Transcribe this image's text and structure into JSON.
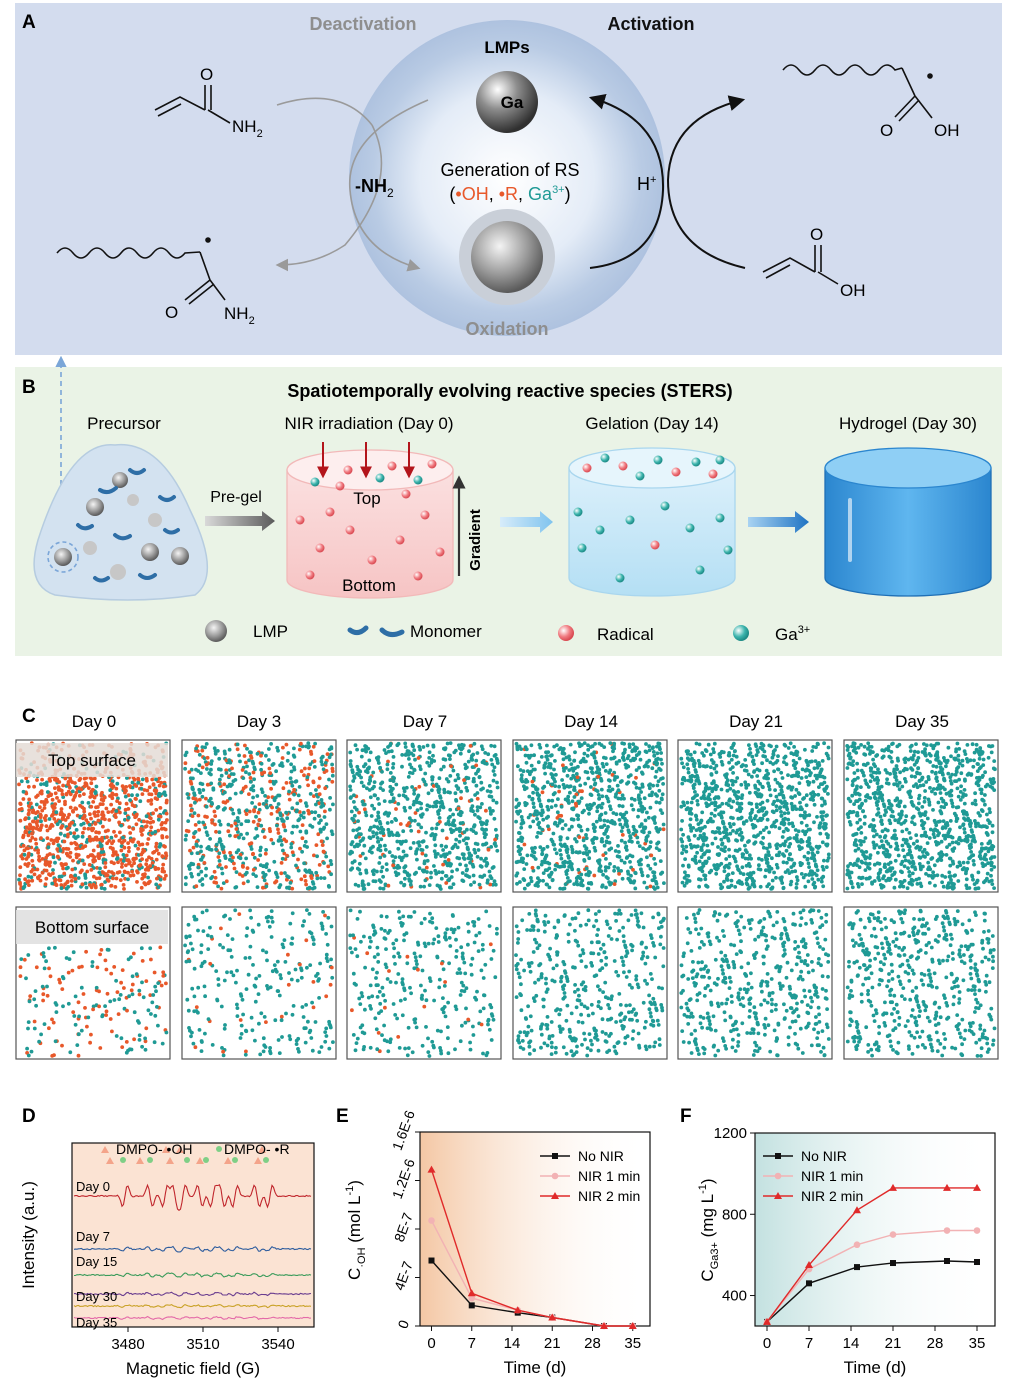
{
  "panel_a": {
    "letter": "A",
    "deactivation": "Deactivation",
    "activation": "Activation",
    "lmps": "LMPs",
    "ga": "Ga",
    "generation": "Generation of RS",
    "rs_open": "(",
    "oh": "•OH",
    "comma1": ", ",
    "r": "•R",
    "comma2": ", ",
    "ga3": "Ga",
    "ga3_sup": "3+",
    "rs_close": ")",
    "nh2_loss": "-NH",
    "nh2_sub": "2",
    "hplus": "H",
    "hplus_sup": "+",
    "oxidation": "Oxidation",
    "o": "O",
    "nh2": "NH",
    "nh2_s": "2",
    "oh_group": "OH",
    "colors": {
      "bg": "#d3dcee",
      "oh": "#e8582a",
      "r": "#e8582a",
      "ga3": "#1f9a95"
    }
  },
  "panel_b": {
    "letter": "B",
    "title": "Spatiotemporally evolving reactive species (STERS)",
    "precursor": "Precursor",
    "pregel": "Pre-gel",
    "nir": "NIR irradiation (Day 0)",
    "top": "Top",
    "bottom": "Bottom",
    "gradient": "Gradient",
    "gelation": "Gelation (Day 14)",
    "hydrogel": "Hydrogel (Day 30)",
    "legend": {
      "lmp": "LMP",
      "monomer": "Monomer",
      "radical": "Radical",
      "ga3": "Ga",
      "ga3_sup": "3+"
    },
    "colors": {
      "bg": "#eaf3e6"
    }
  },
  "panel_c": {
    "letter": "C",
    "days": [
      "Day 0",
      "Day 3",
      "Day 7",
      "Day 14",
      "Day 21",
      "Day 35"
    ],
    "top_label": "Top surface",
    "bottom_label": "Bottom surface",
    "colors": {
      "radical": "#e8582a",
      "ga3": "#1f9a95"
    }
  },
  "panel_d": {
    "letter": "D",
    "legend_oh": "DMPO- •OH",
    "legend_r": "DMPO- •R",
    "traces": [
      "Day 0",
      "Day 7",
      "Day 15",
      "Day 30",
      "Day 35"
    ],
    "ylabel": "Intensity (a.u.)",
    "xlabel": "Magnetic field (G)",
    "xticks": [
      "3480",
      "3510",
      "3540"
    ]
  },
  "chart_data": [
    {
      "id": "E",
      "type": "line",
      "xlabel": "Time (d)",
      "ylabel": "C",
      "ylabel_sub": "·OH",
      "ylabel_unit": "(mol L",
      "ylabel_unit_sup": "-1",
      "ylabel_close": ")",
      "x": [
        0,
        7,
        15,
        21,
        30,
        35
      ],
      "xticks": [
        "0",
        "7",
        "14",
        "21",
        "28",
        "35"
      ],
      "yticks": [
        "0",
        "4E-7",
        "8E-7",
        "1.2E-6",
        "1.6E-6"
      ],
      "ylim": [
        0,
        1.6e-06
      ],
      "series": [
        {
          "name": "No NIR",
          "color": "#111111",
          "marker": "square",
          "values": [
            5.4e-07,
            1.7e-07,
            1.1e-07,
            7e-08,
            0,
            0
          ]
        },
        {
          "name": "NIR 1 min",
          "color": "#f2b2b4",
          "marker": "circle",
          "values": [
            8.7e-07,
            2.3e-07,
            1.3e-07,
            7e-08,
            0,
            0
          ]
        },
        {
          "name": "NIR 2 min",
          "color": "#e02a2a",
          "marker": "triangle",
          "values": [
            1.29e-06,
            2.7e-07,
            1.3e-07,
            7e-08,
            0,
            0
          ]
        }
      ]
    },
    {
      "id": "F",
      "type": "line",
      "xlabel": "Time (d)",
      "ylabel": "C",
      "ylabel_sub": "Ga3+",
      "ylabel_unit": "(mg L",
      "ylabel_unit_sup": "-1",
      "ylabel_close": ")",
      "x": [
        0,
        7,
        15,
        21,
        30,
        35
      ],
      "xticks": [
        "0",
        "7",
        "14",
        "21",
        "28",
        "35"
      ],
      "yticks": [
        "400",
        "800",
        "1200"
      ],
      "ylim": [
        250,
        1200
      ],
      "series": [
        {
          "name": "No NIR",
          "color": "#111111",
          "marker": "square",
          "values": [
            270,
            460,
            540,
            560,
            570,
            565
          ]
        },
        {
          "name": "NIR 1 min",
          "color": "#f2b2b4",
          "marker": "circle",
          "values": [
            270,
            530,
            650,
            700,
            720,
            720
          ]
        },
        {
          "name": "NIR 2 min",
          "color": "#e02a2a",
          "marker": "triangle",
          "values": [
            270,
            550,
            820,
            930,
            930,
            930
          ]
        }
      ]
    }
  ]
}
